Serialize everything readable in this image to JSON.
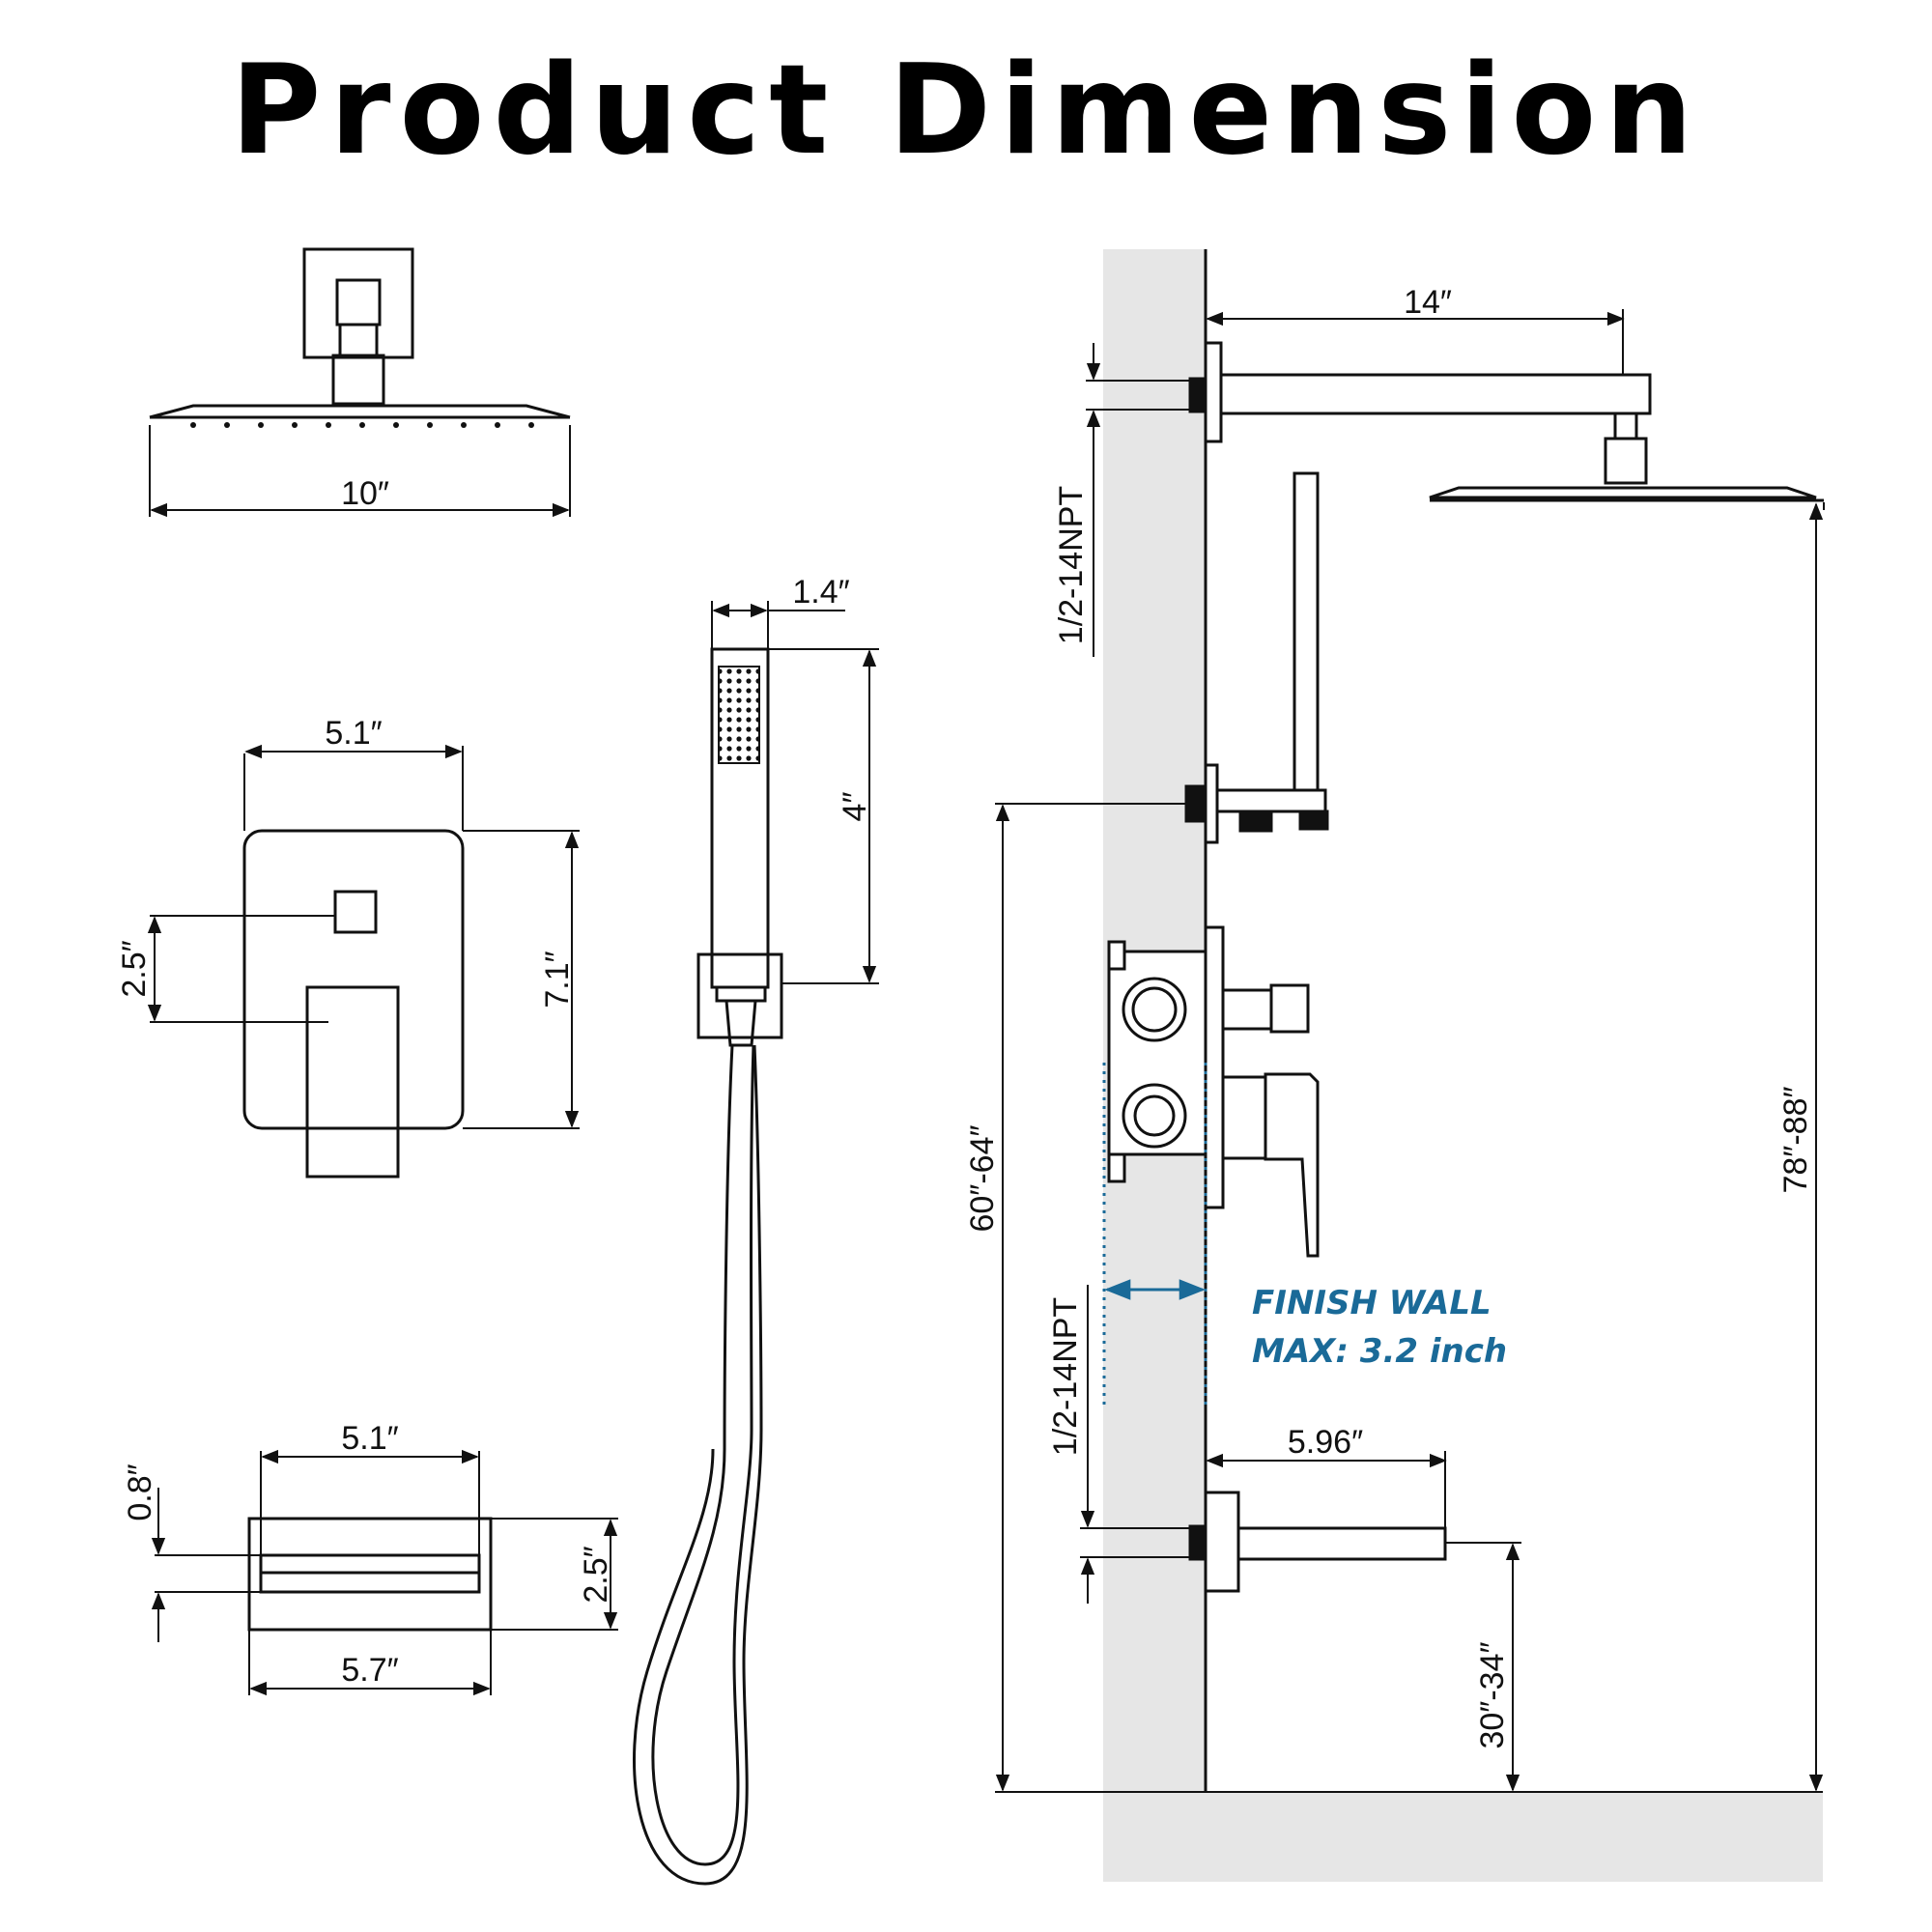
{
  "title": "Product Dimension",
  "colors": {
    "wall": "#e6e6e6",
    "line": "#111111",
    "accent": "#1a6a98"
  },
  "shower_head": {
    "width": "10″"
  },
  "hand_shower": {
    "width": "1.4″",
    "holder_height": "4″"
  },
  "valve_trim": {
    "width": "5.1″",
    "height": "7.1″",
    "handle_offset": "2.5″"
  },
  "spout": {
    "outlet_width": "5.1″",
    "width": "5.7″",
    "outlet_height": "0.8″",
    "height": "2.5″"
  },
  "installation": {
    "arm_length": "14″",
    "shower_thread": "1/2-14NPT",
    "holder_height": "60″-64″",
    "head_height": "78″-88″",
    "spout_thread": "1/2-14NPT",
    "spout_length": "5.96″",
    "spout_height": "30″-34″",
    "finish_wall_line1": "FINISH WALL",
    "finish_wall_line2": "MAX: 3.2 inch"
  }
}
